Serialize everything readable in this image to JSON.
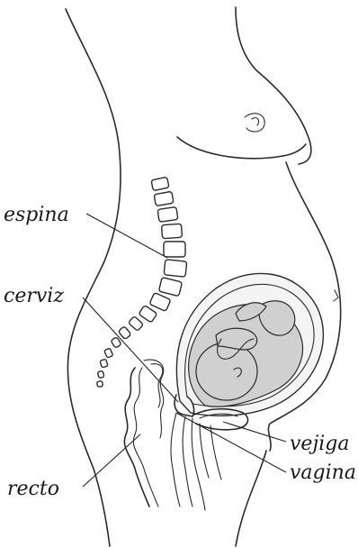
{
  "labels": {
    "espina": "espina",
    "cerviz": "cerviz",
    "vejiga": "vejiga",
    "vagina": "vagina",
    "recto": "recto"
  },
  "colors": {
    "line": "#2b2b2b",
    "fetus_fill": "#d0d0d0",
    "uterus_fill": "#f4f4f4",
    "background": "#ffffff"
  }
}
